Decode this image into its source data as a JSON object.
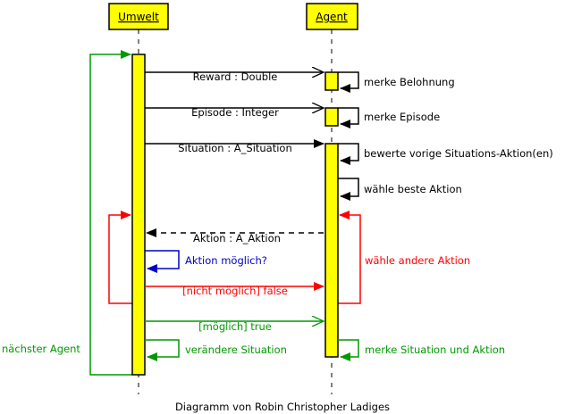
{
  "lifelines": {
    "umwelt": "Umwelt",
    "agent": "Agent"
  },
  "messages": {
    "reward": "Reward : Double",
    "episode": "Episode : Integer",
    "situation": "Situation : A_Situation",
    "aktion": "Aktion : A_Aktion",
    "not_possible": "[nicht möglich] false",
    "possible": "[möglich] true"
  },
  "self_calls": {
    "merke_belohnung": "merke Belohnung",
    "merke_episode": "merke Episode",
    "bewerte": "bewerte vorige Situations-Aktion(en)",
    "waehle_beste": "wähle beste Aktion",
    "aktion_moeglich": "Aktion möglich?",
    "waehle_andere": "wähle andere Aktion",
    "veraendere": "verändere Situation",
    "merke_situation": "merke Situation und Aktion",
    "naechster_agent": "nächster Agent"
  },
  "footer": "Diagramm  von Robin Christopher Ladiges",
  "colors": {
    "activation_fill": "#ffff00",
    "black": "#000000",
    "green": "#009900",
    "blue": "#0000cc",
    "red": "#ff0000"
  }
}
